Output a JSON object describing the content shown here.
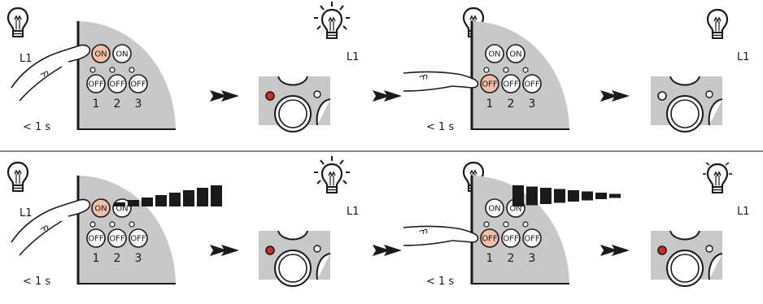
{
  "rows": [
    {
      "steps": [
        {
          "lamp": "off",
          "lamp_label": "L1",
          "pressed": "on",
          "duration": "< 1 s",
          "buttons": {
            "on": [
              "ON",
              "ON"
            ],
            "off": [
              "OFF",
              "OFF",
              "OFF"
            ],
            "numbers": [
              "1",
              "2",
              "3"
            ]
          }
        },
        {
          "lamp": "on",
          "lamp_label": "L1",
          "led_color": "#d42a20"
        },
        {
          "lamp": "off",
          "lamp_label": "L1",
          "pressed": "off",
          "duration": "< 1 s",
          "buttons": {
            "on": [
              "ON",
              "ON"
            ],
            "off": [
              "OFF",
              "OFF",
              "OFF"
            ],
            "numbers": [
              "1",
              "2",
              "3"
            ]
          }
        },
        {
          "lamp": "off",
          "lamp_label": "L1",
          "led_color": "#ffffff"
        }
      ]
    },
    {
      "steps": [
        {
          "lamp": "off",
          "lamp_label": "L1",
          "pressed": "on",
          "duration": "< 1 s",
          "dim": "increasing",
          "buttons": {
            "on": [
              "ON",
              "ON"
            ],
            "off": [
              "OFF",
              "OFF",
              "OFF"
            ],
            "numbers": [
              "1",
              "2",
              "3"
            ]
          }
        },
        {
          "lamp": "on",
          "lamp_label": "L1",
          "led_color": "#d42a20"
        },
        {
          "lamp": "off",
          "lamp_label": "L1",
          "pressed": "off",
          "duration": "< 1 s",
          "dim": "decreasing",
          "buttons": {
            "on": [
              "ON",
              "ON"
            ],
            "off": [
              "OFF",
              "OFF",
              "OFF"
            ],
            "numbers": [
              "1",
              "2",
              "3"
            ]
          }
        },
        {
          "lamp": "dim",
          "lamp_label": "L1",
          "led_color": "#d42a20"
        }
      ]
    }
  ],
  "colors": {
    "panel": "#c8c8c8",
    "pressed": "#f4bfa7",
    "arrow": "#1a1a1a",
    "divider": "#444444"
  }
}
